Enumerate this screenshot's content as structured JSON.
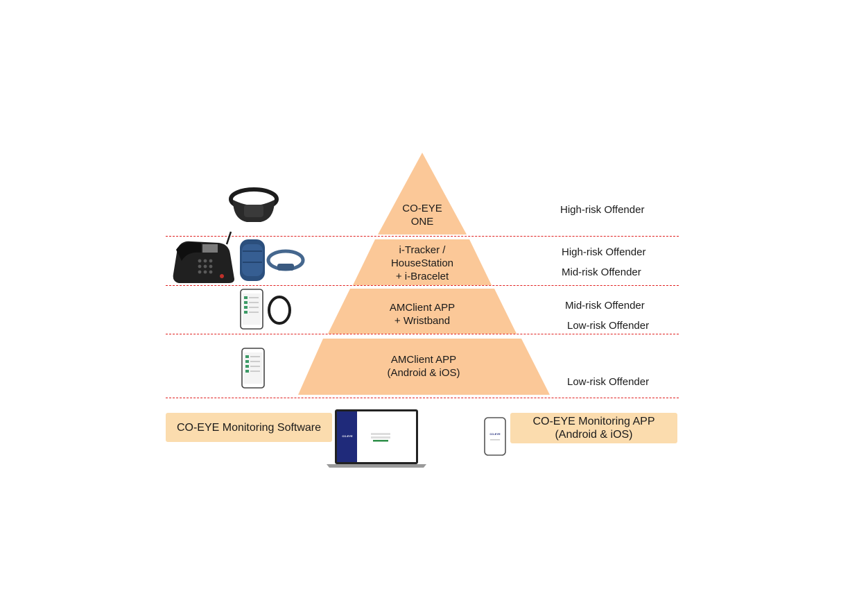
{
  "tiers": [
    {
      "line1": "CO-EYE",
      "line2": "ONE",
      "line3": ""
    },
    {
      "line1": "i-Tracker /",
      "line2": "HouseStation",
      "line3": "+ i-Bracelet"
    },
    {
      "line1": "AMClient APP",
      "line2": "+ Wristband",
      "line3": ""
    },
    {
      "line1": "AMClient APP",
      "line2": "(Android & iOS)",
      "line3": ""
    }
  ],
  "risk_labels": {
    "tier1": [
      "High-risk Offender"
    ],
    "tier2": [
      "High-risk Offender",
      "Mid-risk Offender"
    ],
    "tier3": [
      "Mid-risk Offender",
      "Low-risk Offender"
    ],
    "tier4": [
      "Low-risk Offender"
    ]
  },
  "monitoring": {
    "software_label": "CO-EYE Monitoring Software",
    "app_line1": "CO-EYE Monitoring APP",
    "app_line2": "(Android & iOS)",
    "laptop_brand": "CO-EYE",
    "phone_brand": "CO-EYE"
  },
  "colors": {
    "tier_fill": "#fbc898",
    "box_fill": "#fbdcae",
    "divider": "#e0201f",
    "laptop_sidebar": "#1f2a7a"
  },
  "icons": {
    "tier1": [
      "ankle-monitor-icon"
    ],
    "tier2": [
      "desk-phone-icon",
      "house-station-icon",
      "bracelet-icon"
    ],
    "tier3": [
      "smartphone-icon",
      "wristband-icon"
    ],
    "tier4": [
      "smartphone-icon"
    ],
    "monitoring": [
      "laptop-icon",
      "smartphone-icon"
    ]
  }
}
